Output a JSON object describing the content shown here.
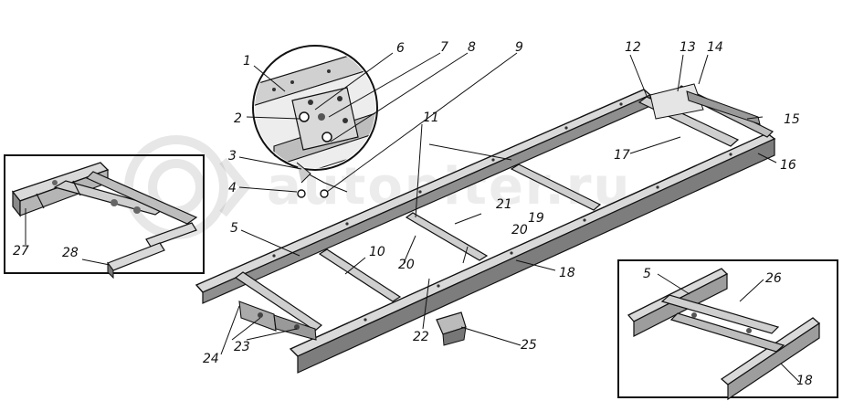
{
  "watermark": {
    "text": "autopiter.ru"
  },
  "callouts": {
    "n1": "1",
    "n2": "2",
    "n3": "3",
    "n4": "4",
    "n5": "5",
    "n6": "6",
    "n7": "7",
    "n8": "8",
    "n9": "9",
    "n10": "10",
    "n11": "11",
    "n12": "12",
    "n13": "13",
    "n14": "14",
    "n15": "15",
    "n16": "16",
    "n17": "17",
    "n18": "18",
    "n19": "19",
    "n20a": "20",
    "n20b": "20",
    "n21": "21",
    "n22": "22",
    "n23": "23",
    "n24": "24",
    "n25": "25",
    "n26": "26",
    "n27": "27",
    "n28": "28",
    "inset_right_5": "5",
    "inset_right_18": "18"
  },
  "colors": {
    "ink": "#111111",
    "steel": "#d9d9d9",
    "shade": "#7a7a7a"
  }
}
